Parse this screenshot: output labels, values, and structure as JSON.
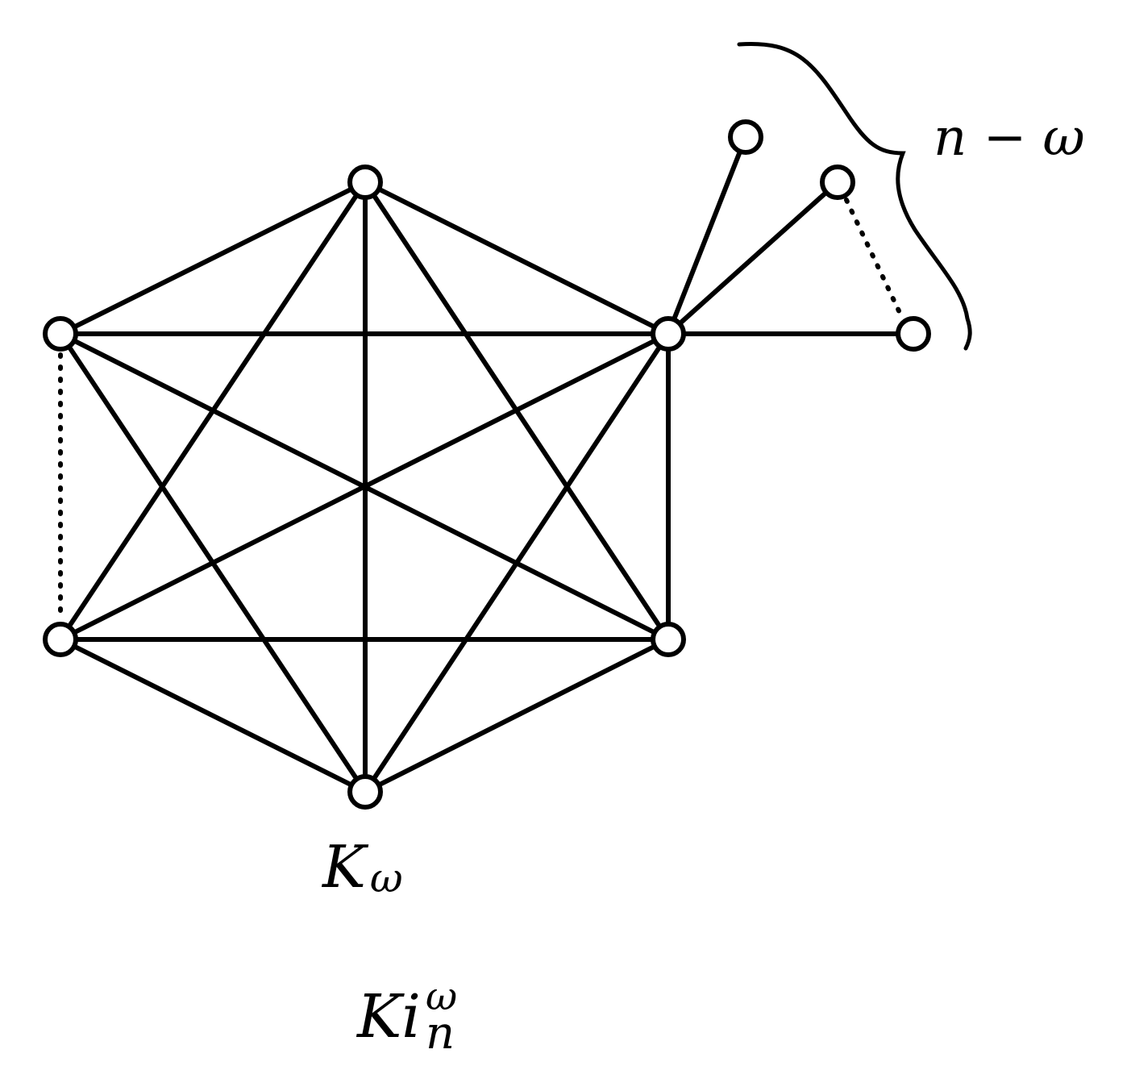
{
  "diagram": {
    "brace_label": "n − ω",
    "clique_label": {
      "base": "K",
      "subscript": "ω"
    },
    "graph_label": {
      "base": "Ki",
      "superscript": "ω",
      "subscript": "n"
    }
  },
  "graph": {
    "clique_nodes": [
      "c1",
      "c2",
      "c3",
      "c4",
      "c5",
      "c6"
    ],
    "pendant_nodes": [
      "p1",
      "p2",
      "p3"
    ],
    "hub_node": "c2",
    "dotted_gaps": [
      [
        "c6",
        "c5"
      ],
      [
        "p2",
        "p3"
      ]
    ]
  },
  "colors": {
    "stroke": "#000000",
    "node_fill": "#ffffff",
    "background": "#ffffff"
  }
}
